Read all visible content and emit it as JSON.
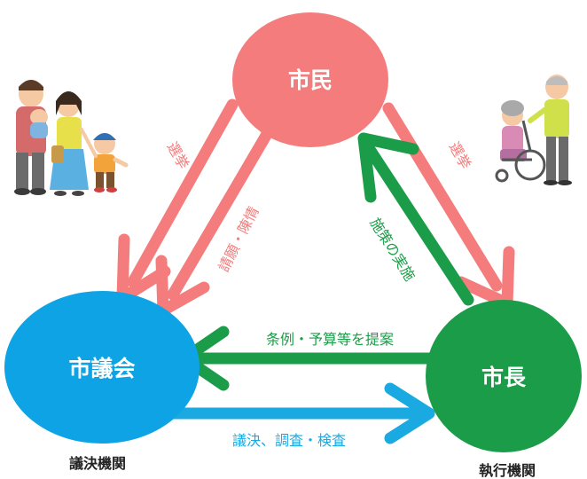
{
  "nodes": {
    "citizens": {
      "label": "市民",
      "color": "#f47c7c"
    },
    "council": {
      "label": "市議会",
      "color": "#0ea3e5"
    },
    "mayor": {
      "label": "市長",
      "color": "#1a9c48"
    }
  },
  "edges": {
    "election_left": {
      "label": "選挙",
      "color": "#f47c7c"
    },
    "petition": {
      "label": "請願・陳情",
      "color": "#f47c7c"
    },
    "election_right": {
      "label": "選挙",
      "color": "#f47c7c"
    },
    "policy": {
      "label": "施策の実施",
      "color": "#1a9c48"
    },
    "proposal": {
      "label": "条例・予算等を提案",
      "color": "#1a9c48"
    },
    "resolution": {
      "label": "議決、調査・検査",
      "color": "#1ba9e2"
    }
  },
  "roles": {
    "council": "議決機関",
    "mayor": "執行機関"
  },
  "colors": {
    "pink": "#f47c7c",
    "blue": "#0ea3e5",
    "green": "#1a9c48"
  }
}
